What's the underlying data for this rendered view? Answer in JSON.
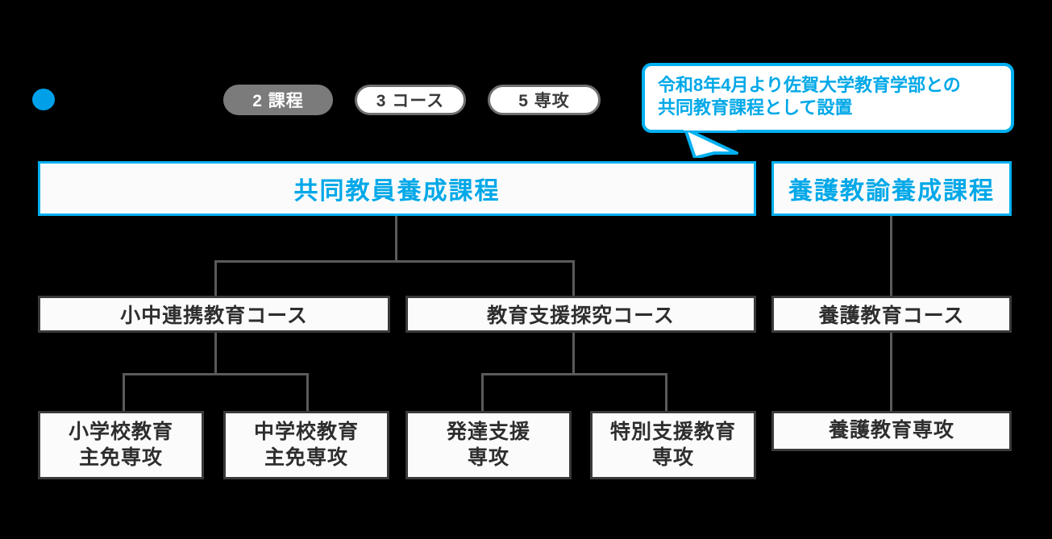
{
  "legend": {
    "dot_color": "#00a0e9",
    "pills": [
      {
        "label": "2 課程",
        "style": "filled"
      },
      {
        "label": "3 コース",
        "style": "outline"
      },
      {
        "label": "5 専攻",
        "style": "outline"
      }
    ]
  },
  "callout": {
    "line1": "令和8年4月より佐賀大学教育学部との",
    "line2": "共同教育課程として設置",
    "color": "#00b0f0"
  },
  "programs": [
    {
      "label": "共同教員養成課程"
    },
    {
      "label": "養護教諭養成課程"
    }
  ],
  "courses": [
    {
      "label": "小中連携教育コース"
    },
    {
      "label": "教育支援探究コース"
    },
    {
      "label": "養護教育コース"
    }
  ],
  "majors": [
    {
      "line1": "小学校教育",
      "line2": "主免専攻"
    },
    {
      "line1": "中学校教育",
      "line2": "主免専攻"
    },
    {
      "line1": "発達支援",
      "line2": "専攻"
    },
    {
      "line1": "特別支援教育",
      "line2": "専攻"
    },
    {
      "line1": "養護教育専攻",
      "line2": ""
    }
  ],
  "colors": {
    "accent_blue": "#00b0f0",
    "text_blue": "#00a8e8",
    "box_border": "#3a3a3a",
    "line": "#5a5a5a",
    "pill_gray": "#7b7b7b",
    "background": "#000000"
  }
}
